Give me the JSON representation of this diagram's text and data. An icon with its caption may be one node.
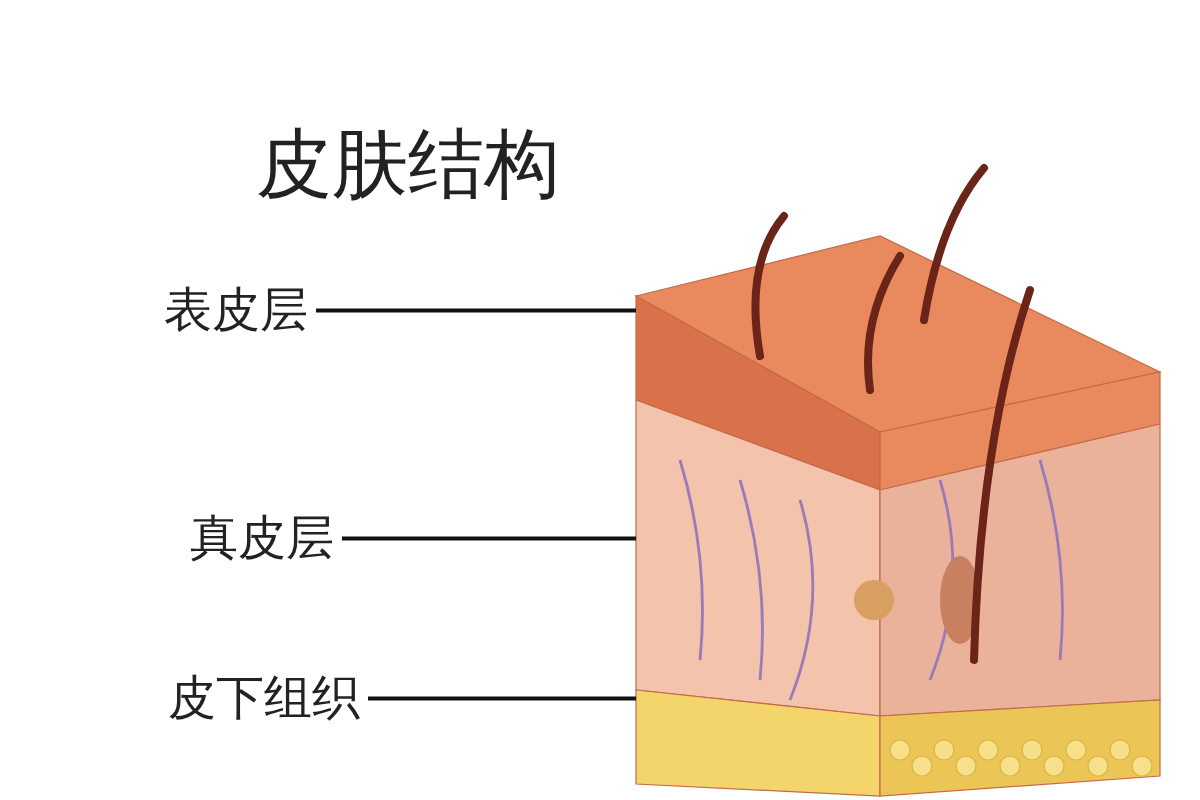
{
  "diagram": {
    "title": "皮肤结构",
    "nodes": [
      {
        "text": [
          "表皮层"
        ]
      },
      {
        "text": [
          "真皮层"
        ]
      },
      {
        "text": [
          "皮下组织"
        ]
      },
      {
        "text": [],
        "shape": "picture"
      },
      {
        "text": [],
        "shape": "picture"
      },
      {
        "text": [],
        "shape": "picture"
      }
    ],
    "edges": [
      {
        "from": 0,
        "to": 3,
        "arrow": "none"
      },
      {
        "from": 1,
        "to": 4,
        "arrow": "none"
      },
      {
        "from": 2,
        "to": 5,
        "arrow": "none"
      }
    ]
  }
}
